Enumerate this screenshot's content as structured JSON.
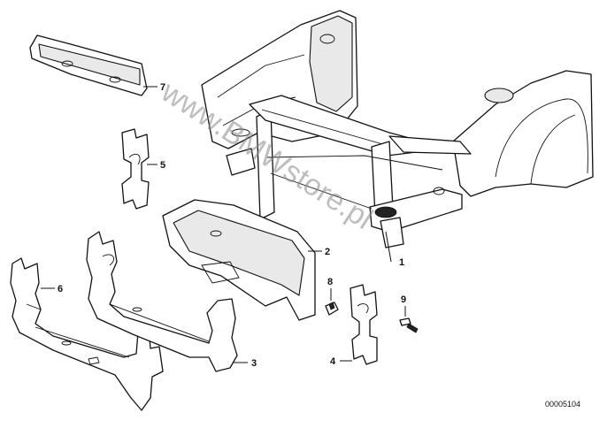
{
  "watermark": "www.BMWstore.pl",
  "diagram_code": "00005104",
  "callouts": [
    {
      "id": "7",
      "label": "7"
    },
    {
      "id": "5",
      "label": "5"
    },
    {
      "id": "2",
      "label": "2"
    },
    {
      "id": "1",
      "label": "1"
    },
    {
      "id": "8",
      "label": "8"
    },
    {
      "id": "9",
      "label": "9"
    },
    {
      "id": "6",
      "label": "6"
    },
    {
      "id": "3",
      "label": "3"
    },
    {
      "id": "4",
      "label": "4"
    }
  ]
}
